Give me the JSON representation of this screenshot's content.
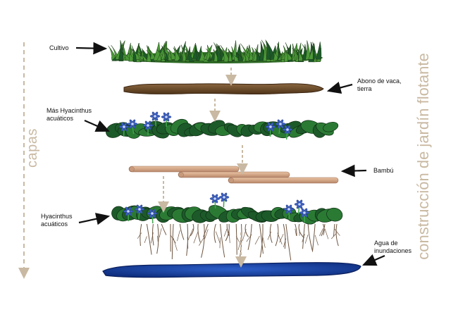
{
  "labels": {
    "cultivo": "Cultivo",
    "abono_line1": "Abono de vaca,",
    "abono_line2": "tierra",
    "mas_hyacinthus_line1": "Más Hyacinthus",
    "mas_hyacinthus_line2": "acuáticos",
    "bambu": "Bambú",
    "hyacinthus_line1": "Hyacinthus",
    "hyacinthus_line2": "acuáticos",
    "agua_line1": "Agua de",
    "agua_line2": "inundaciones"
  },
  "side_titles": {
    "left": "capas",
    "right": "construcción de jardín flotante"
  },
  "colors": {
    "arrow_black": "#111111",
    "dashed_tan": "#c9b9a2",
    "leaf_dark": "#1d5a2a",
    "leaf_light": "#3f9a3a",
    "crop_green": "#4c9a38",
    "flower_blue": "#3a5fc0",
    "manure_brown": "#6b4a2a",
    "bamboo_tan": "#d9aa86",
    "water_blue": "#1f45a8",
    "roots_brown": "#6d5540"
  }
}
